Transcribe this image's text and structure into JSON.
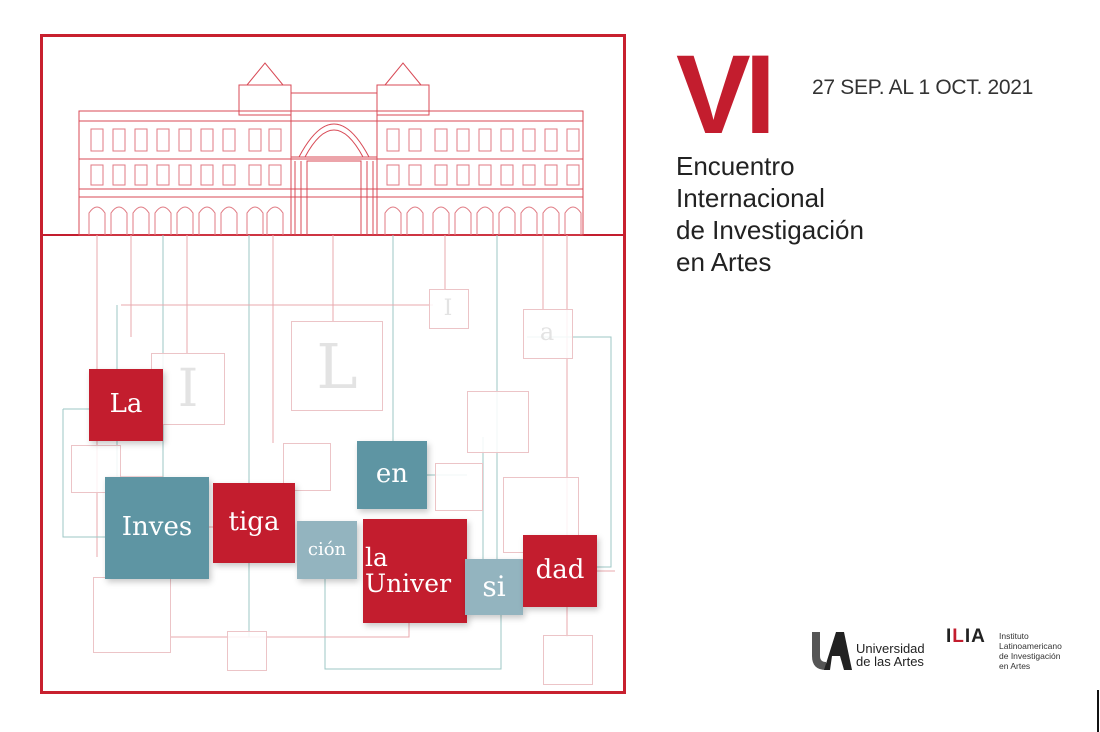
{
  "poster": {
    "edition": "VI",
    "dates": "27 SEP. AL 1 OCT. 2021",
    "title_lines": [
      "Encuentro",
      "Internacional",
      "de Investigación",
      "en Artes"
    ]
  },
  "word_blocks": [
    {
      "text": "La",
      "color": "red"
    },
    {
      "text": "Inves",
      "color": "teal"
    },
    {
      "text": "tiga",
      "color": "red"
    },
    {
      "text": "ción",
      "color": "lteal"
    },
    {
      "text": "en",
      "color": "teal"
    },
    {
      "text": "la Univer",
      "color": "red"
    },
    {
      "text": "si",
      "color": "lteal"
    },
    {
      "text": "dad",
      "color": "red"
    }
  ],
  "ghost_letters": [
    "I",
    "L",
    "I",
    "a"
  ],
  "logos": {
    "uartes": {
      "mark": "UA",
      "name": "Universidad de las Artes"
    },
    "ilia": {
      "mark": "ILIA",
      "name": "Instituto Latinoamericano de Investigación en Artes"
    }
  },
  "colors": {
    "accent_red": "#c31d2e",
    "teal": "#5e95a3",
    "light_teal": "#93b4bf",
    "text": "#222222"
  },
  "icons": [
    "building-facade-illustration",
    "connector-lines-graphic",
    "ua-logo-icon",
    "ilia-logo-icon"
  ]
}
